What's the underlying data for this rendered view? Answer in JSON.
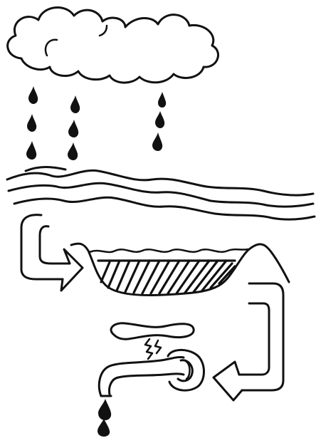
{
  "diagram": {
    "kind": "water-cycle-sketch",
    "stages": [
      {
        "id": "cloud",
        "icon": "cloud-icon"
      },
      {
        "id": "rain",
        "icon": "raindrop-icon"
      },
      {
        "id": "waves",
        "icon": "wave-icon"
      },
      {
        "id": "reservoir",
        "icon": "reservoir-icon"
      },
      {
        "id": "tap",
        "icon": "faucet-icon"
      },
      {
        "id": "dripping",
        "icon": "raindrop-icon"
      }
    ],
    "colors": {
      "ink": "#111111",
      "background": "#ffffff"
    }
  }
}
